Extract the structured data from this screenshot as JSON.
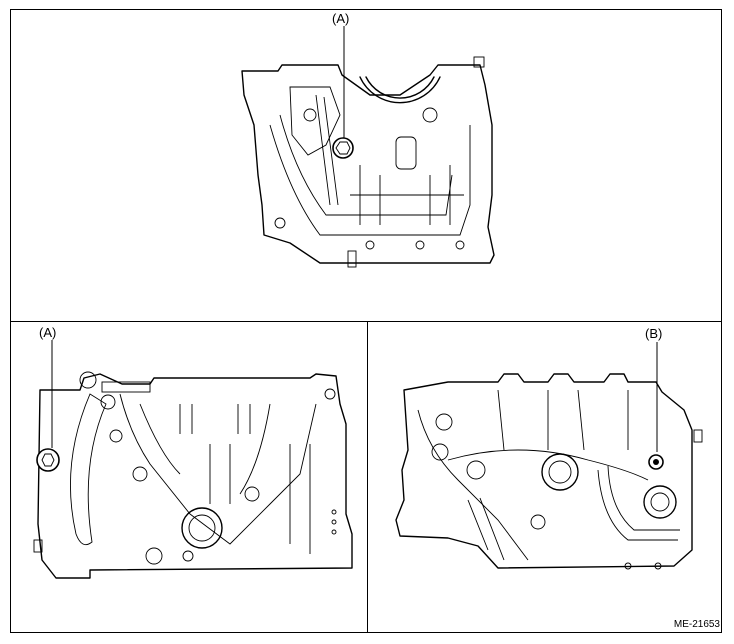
{
  "callouts": {
    "top_a": "(A)",
    "left_a": "(A)",
    "right_b": "(B)"
  },
  "figure_code": "ME-21653",
  "icons": {
    "top": "engine-block-front-view-icon",
    "left": "engine-block-left-side-icon",
    "right": "engine-block-right-side-icon"
  }
}
